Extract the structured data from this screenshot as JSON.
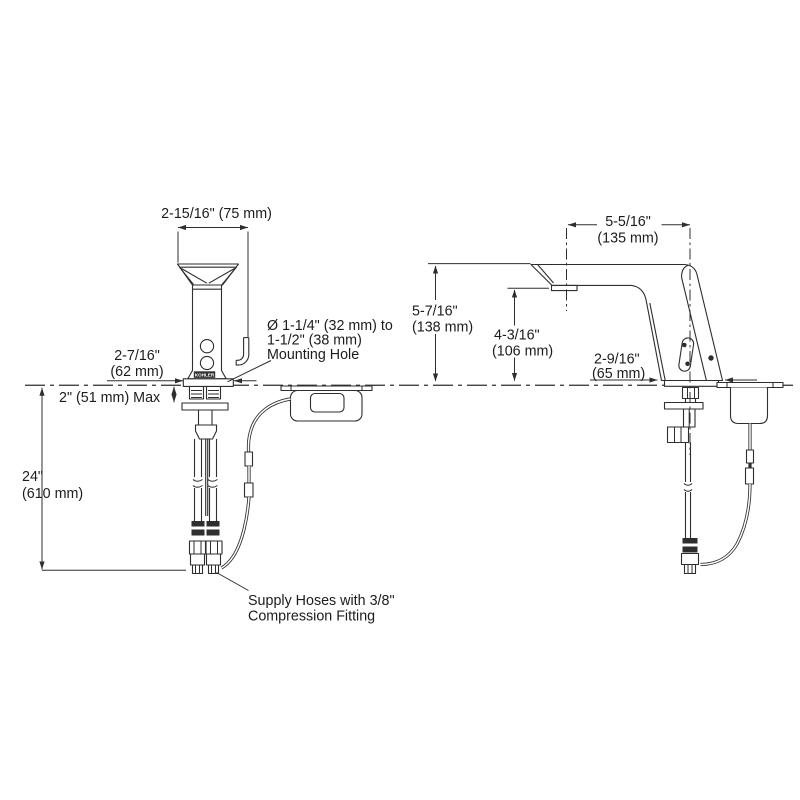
{
  "drawing": {
    "brand": "KOHLER",
    "colors": {
      "line": "#2e2e2e",
      "text": "#1c1c1c",
      "background": "#ffffff"
    },
    "annotations": {
      "front_top_width": "2-15/16\" (75 mm)",
      "front_base_width_l1": "2-7/16\"",
      "front_base_width_l2": "(62 mm)",
      "mounting_hole_l1": "Ø 1-1/4\" (32 mm) to",
      "mounting_hole_l2": "1-1/2\" (38 mm)",
      "mounting_hole_l3": "Mounting Hole",
      "counter_thickness": "2\" (51 mm) Max",
      "supply_length_l1": "24\"",
      "supply_length_l2": "(610 mm)",
      "spout_reach_l1": "5-5/16\"",
      "spout_reach_l2": "(135 mm)",
      "overall_height_l1": "5-7/16\"",
      "overall_height_l2": "(138 mm)",
      "outlet_height_l1": "4-3/16\"",
      "outlet_height_l2": "(106 mm)",
      "side_base_width_l1": "2-9/16\"",
      "side_base_width_l2": "(65 mm)",
      "supply_note_l1": "Supply Hoses with 3/8\"",
      "supply_note_l2": "Compression Fitting"
    }
  }
}
